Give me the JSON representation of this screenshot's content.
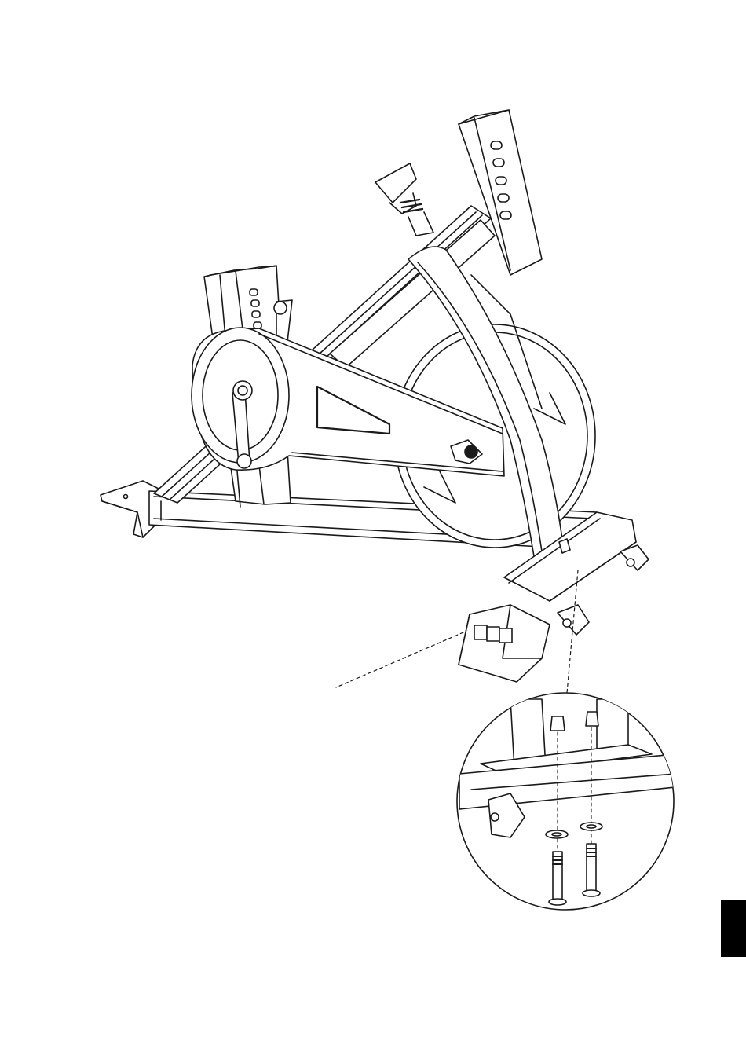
{
  "figure": {
    "subject": "exercise-bike-assembly",
    "step": "front-stabilizer-attachment",
    "line_color": "#1a1a1a",
    "background": "#ffffff",
    "edge_tab_color": "#000000"
  },
  "parts": {
    "seat-post": {
      "holes": 5
    },
    "handlebar-post": {
      "holes": 4
    },
    "bolts": {
      "count": 2
    },
    "washers": {
      "count": 2
    },
    "acorn-nuts": {
      "count": 2
    }
  }
}
